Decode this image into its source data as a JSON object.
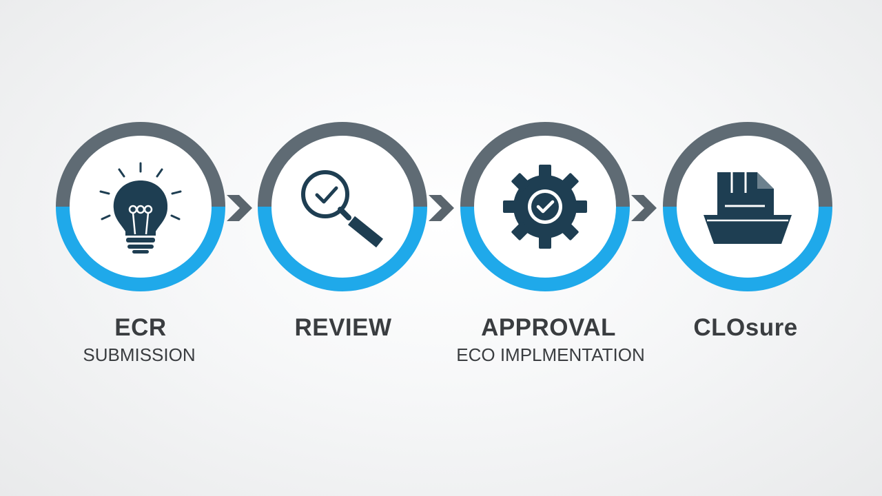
{
  "theme": {
    "ring_top_color": "#5f6b74",
    "ring_bottom_color": "#1fa9ea",
    "icon_color": "#1e3e52",
    "arrow_color": "#5a656d",
    "text_color": "#3a3d40"
  },
  "steps": [
    {
      "icon": "lightbulb-icon",
      "title": "ECR",
      "subtitle": "SUBMISSION"
    },
    {
      "icon": "magnifier-check-icon",
      "title": "REVIEW",
      "subtitle": ""
    },
    {
      "icon": "gear-check-icon",
      "title": "APPROVAL",
      "subtitle": "ECO IMPLMENTATION"
    },
    {
      "icon": "document-tray-icon",
      "title": "CLOsure",
      "subtitle": ""
    }
  ],
  "connectors": [
    "chevron-right-icon",
    "chevron-right-icon",
    "chevron-right-icon"
  ]
}
